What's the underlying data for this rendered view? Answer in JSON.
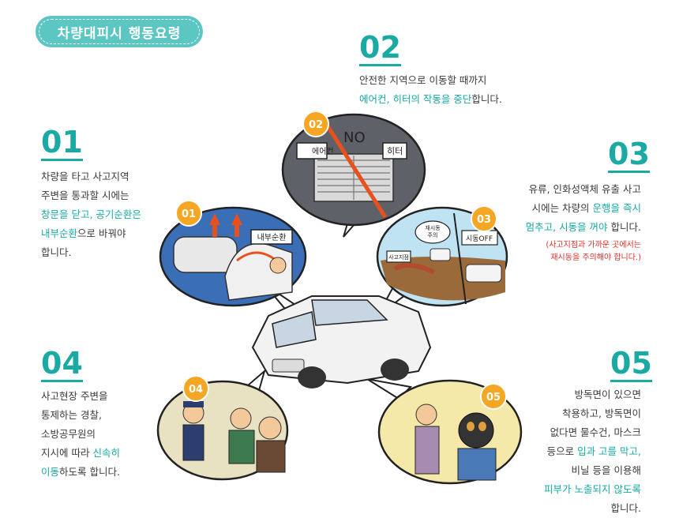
{
  "title": "차량대피시 행동요령",
  "steps": {
    "s01": {
      "num": "01",
      "pre": "차량을 타고 사고지역\n주변을 통과할 시에는\n",
      "hl": "창문을 닫고, 공기순환은\n내부순환",
      "post": "으로 바꿔야\n합니다."
    },
    "s02": {
      "num": "02",
      "pre": "안전한 지역으로 이동할 때까지\n",
      "hl": "에어컨, 히터의 작동을 중단",
      "post": "합니다."
    },
    "s03": {
      "num": "03",
      "pre": "유류, 인화성액체 유출 사고\n시에는 차량의 ",
      "hl": "운행을 즉시\n멈추고, 시동을 꺼야",
      "post": " 합니다.",
      "note": "(사고지점과 가까운 곳에서는\n재시동을 주의해야 합니다.)"
    },
    "s04": {
      "num": "04",
      "pre": "사고현장 주변을\n통제하는 경찰,\n소방공무원의\n지시에 따라 ",
      "hl": "신속히\n이동",
      "post": "하도록 합니다."
    },
    "s05": {
      "num": "05",
      "pre": "방독면이 있으면\n착용하고, 방독면이\n없다면 물수건, 마스크\n등으로 ",
      "hl": "입과 고를 막고,",
      "mid": "\n비닐 등을 이용해\n",
      "hl2": "피부가 노출되지 않도록",
      "post": "\n합니다."
    }
  },
  "illustration": {
    "badges": [
      "01",
      "02",
      "03",
      "04",
      "05"
    ],
    "sign_inside_air": "내부순환",
    "sign_aircon": "에어컨",
    "sign_heater": "히터",
    "sign_no": "NO",
    "sign_restart": "재시동\n주의",
    "sign_engine_off": "시동OFF",
    "sign_accident": "사고지점"
  },
  "colors": {
    "accent": "#1aa9a3",
    "badge": "#f5a623",
    "warn": "#e0302a",
    "title_bg": "#5cc6c3"
  }
}
